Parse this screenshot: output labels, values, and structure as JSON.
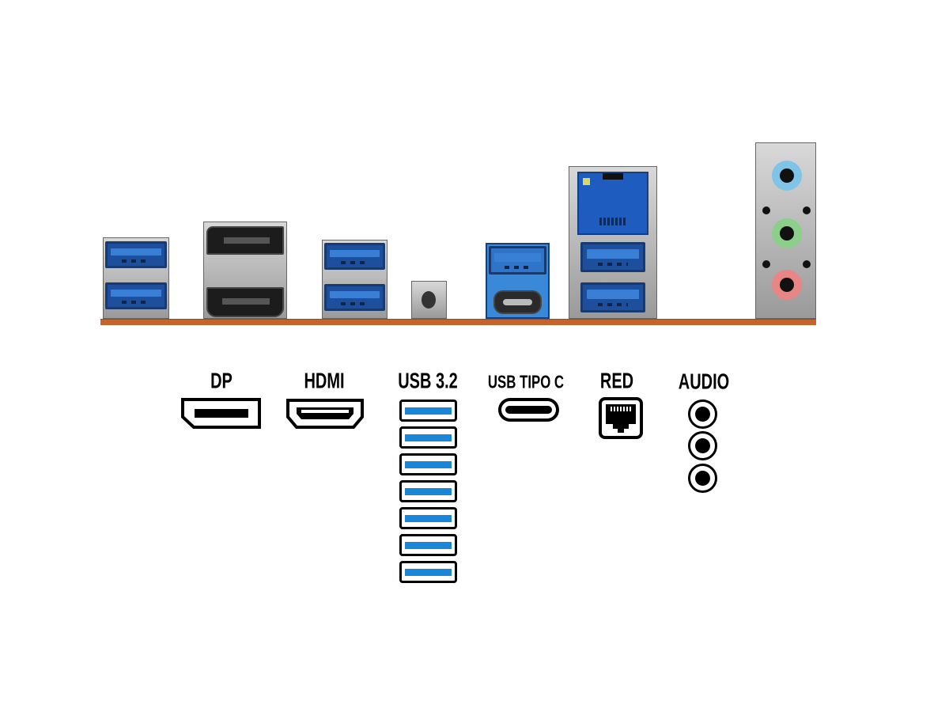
{
  "labels": {
    "dp": "DP",
    "hdmi": "HDMI",
    "usb": "USB 3.2",
    "usbc": "USB TIPO C",
    "lan": "RED",
    "audio": "AUDIO"
  },
  "usb_icon_count": 7,
  "audio_icon_count": 3,
  "colors": {
    "board": "#c4632c",
    "usb_blue": "#1d4f9c",
    "usb_icon_blue": "#1a86d8",
    "audio_blue": "#7fc3e6",
    "audio_green": "#8ccf8a",
    "audio_pink": "#e88585"
  }
}
